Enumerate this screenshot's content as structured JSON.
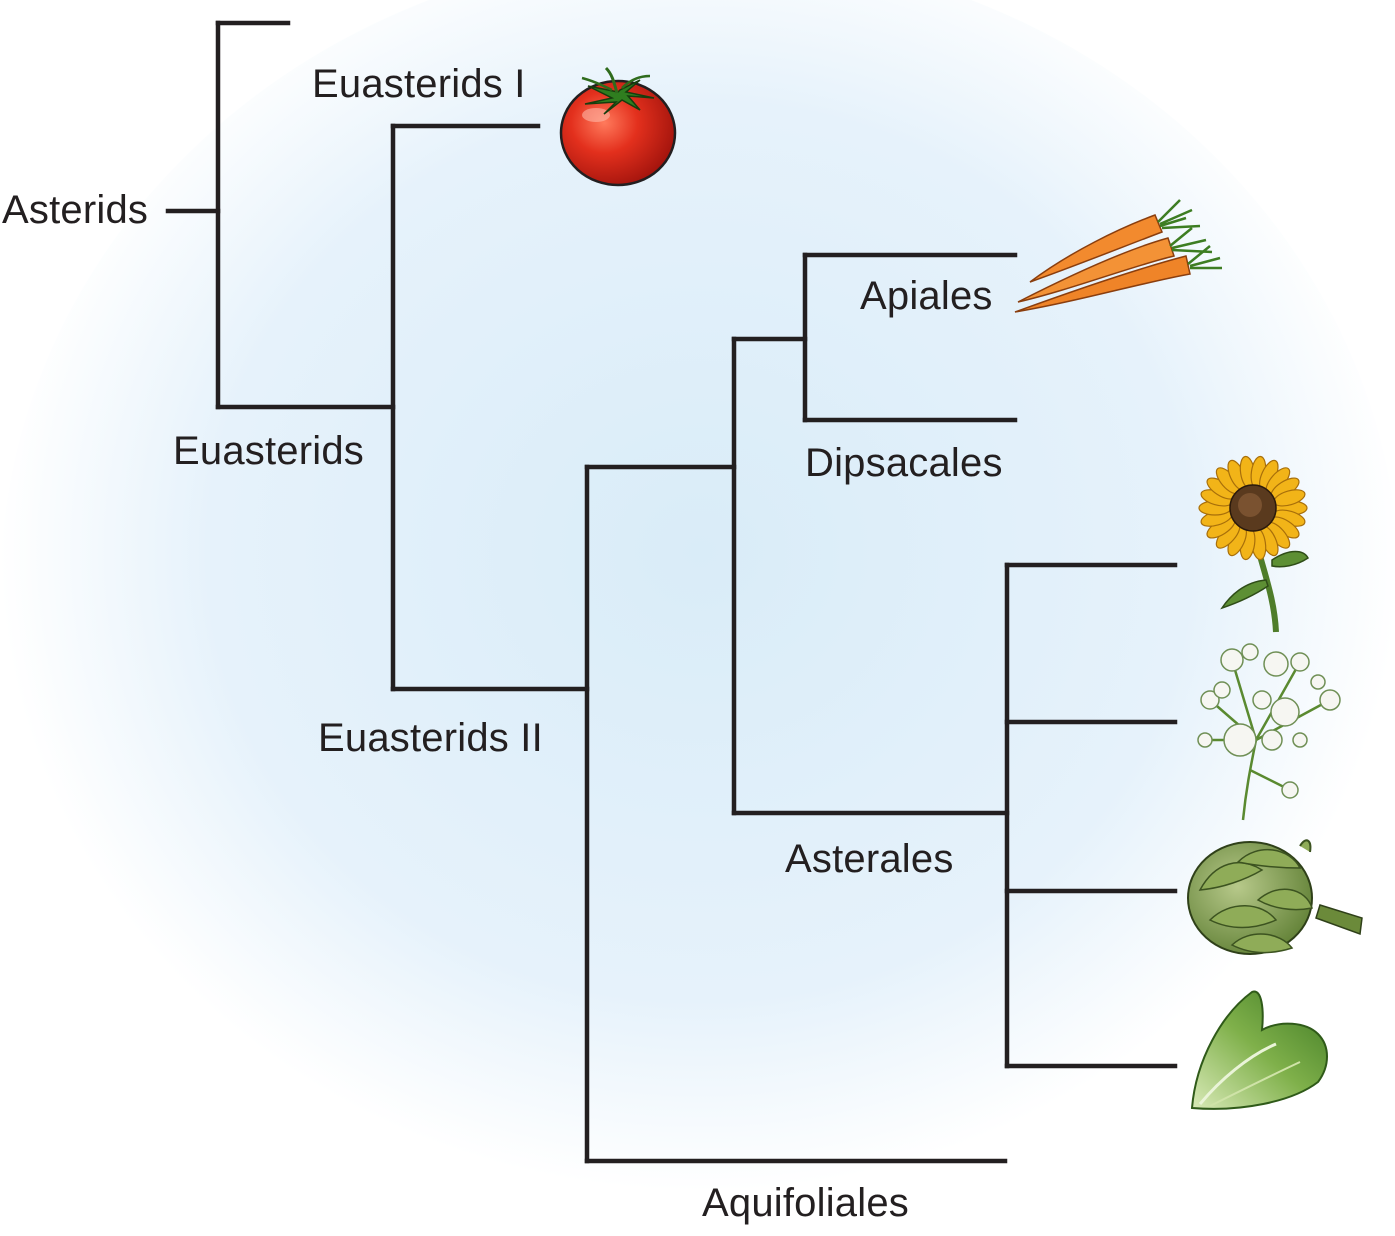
{
  "labels": {
    "root": "Asterids",
    "euasterids": "Euasterids",
    "euasterids_1": "Euasterids I",
    "euasterids_2": "Euasterids II",
    "apiales": "Apiales",
    "dipsacales": "Dipsacales",
    "asterales": "Asterales",
    "aquifoliales": "Aquifoliales"
  },
  "colors": {
    "line": "#231f20",
    "background_glow": "#dceef9",
    "tomato": "#e0301e",
    "carrot": "#f08a2c",
    "sunflower": "#f2b418",
    "leaf_green": "#6a9a3a"
  },
  "illustrations": [
    "tomato-icon",
    "carrot-icon",
    "sunflower-icon",
    "babys-breath-icon",
    "artichoke-icon",
    "lettuce-icon"
  ]
}
